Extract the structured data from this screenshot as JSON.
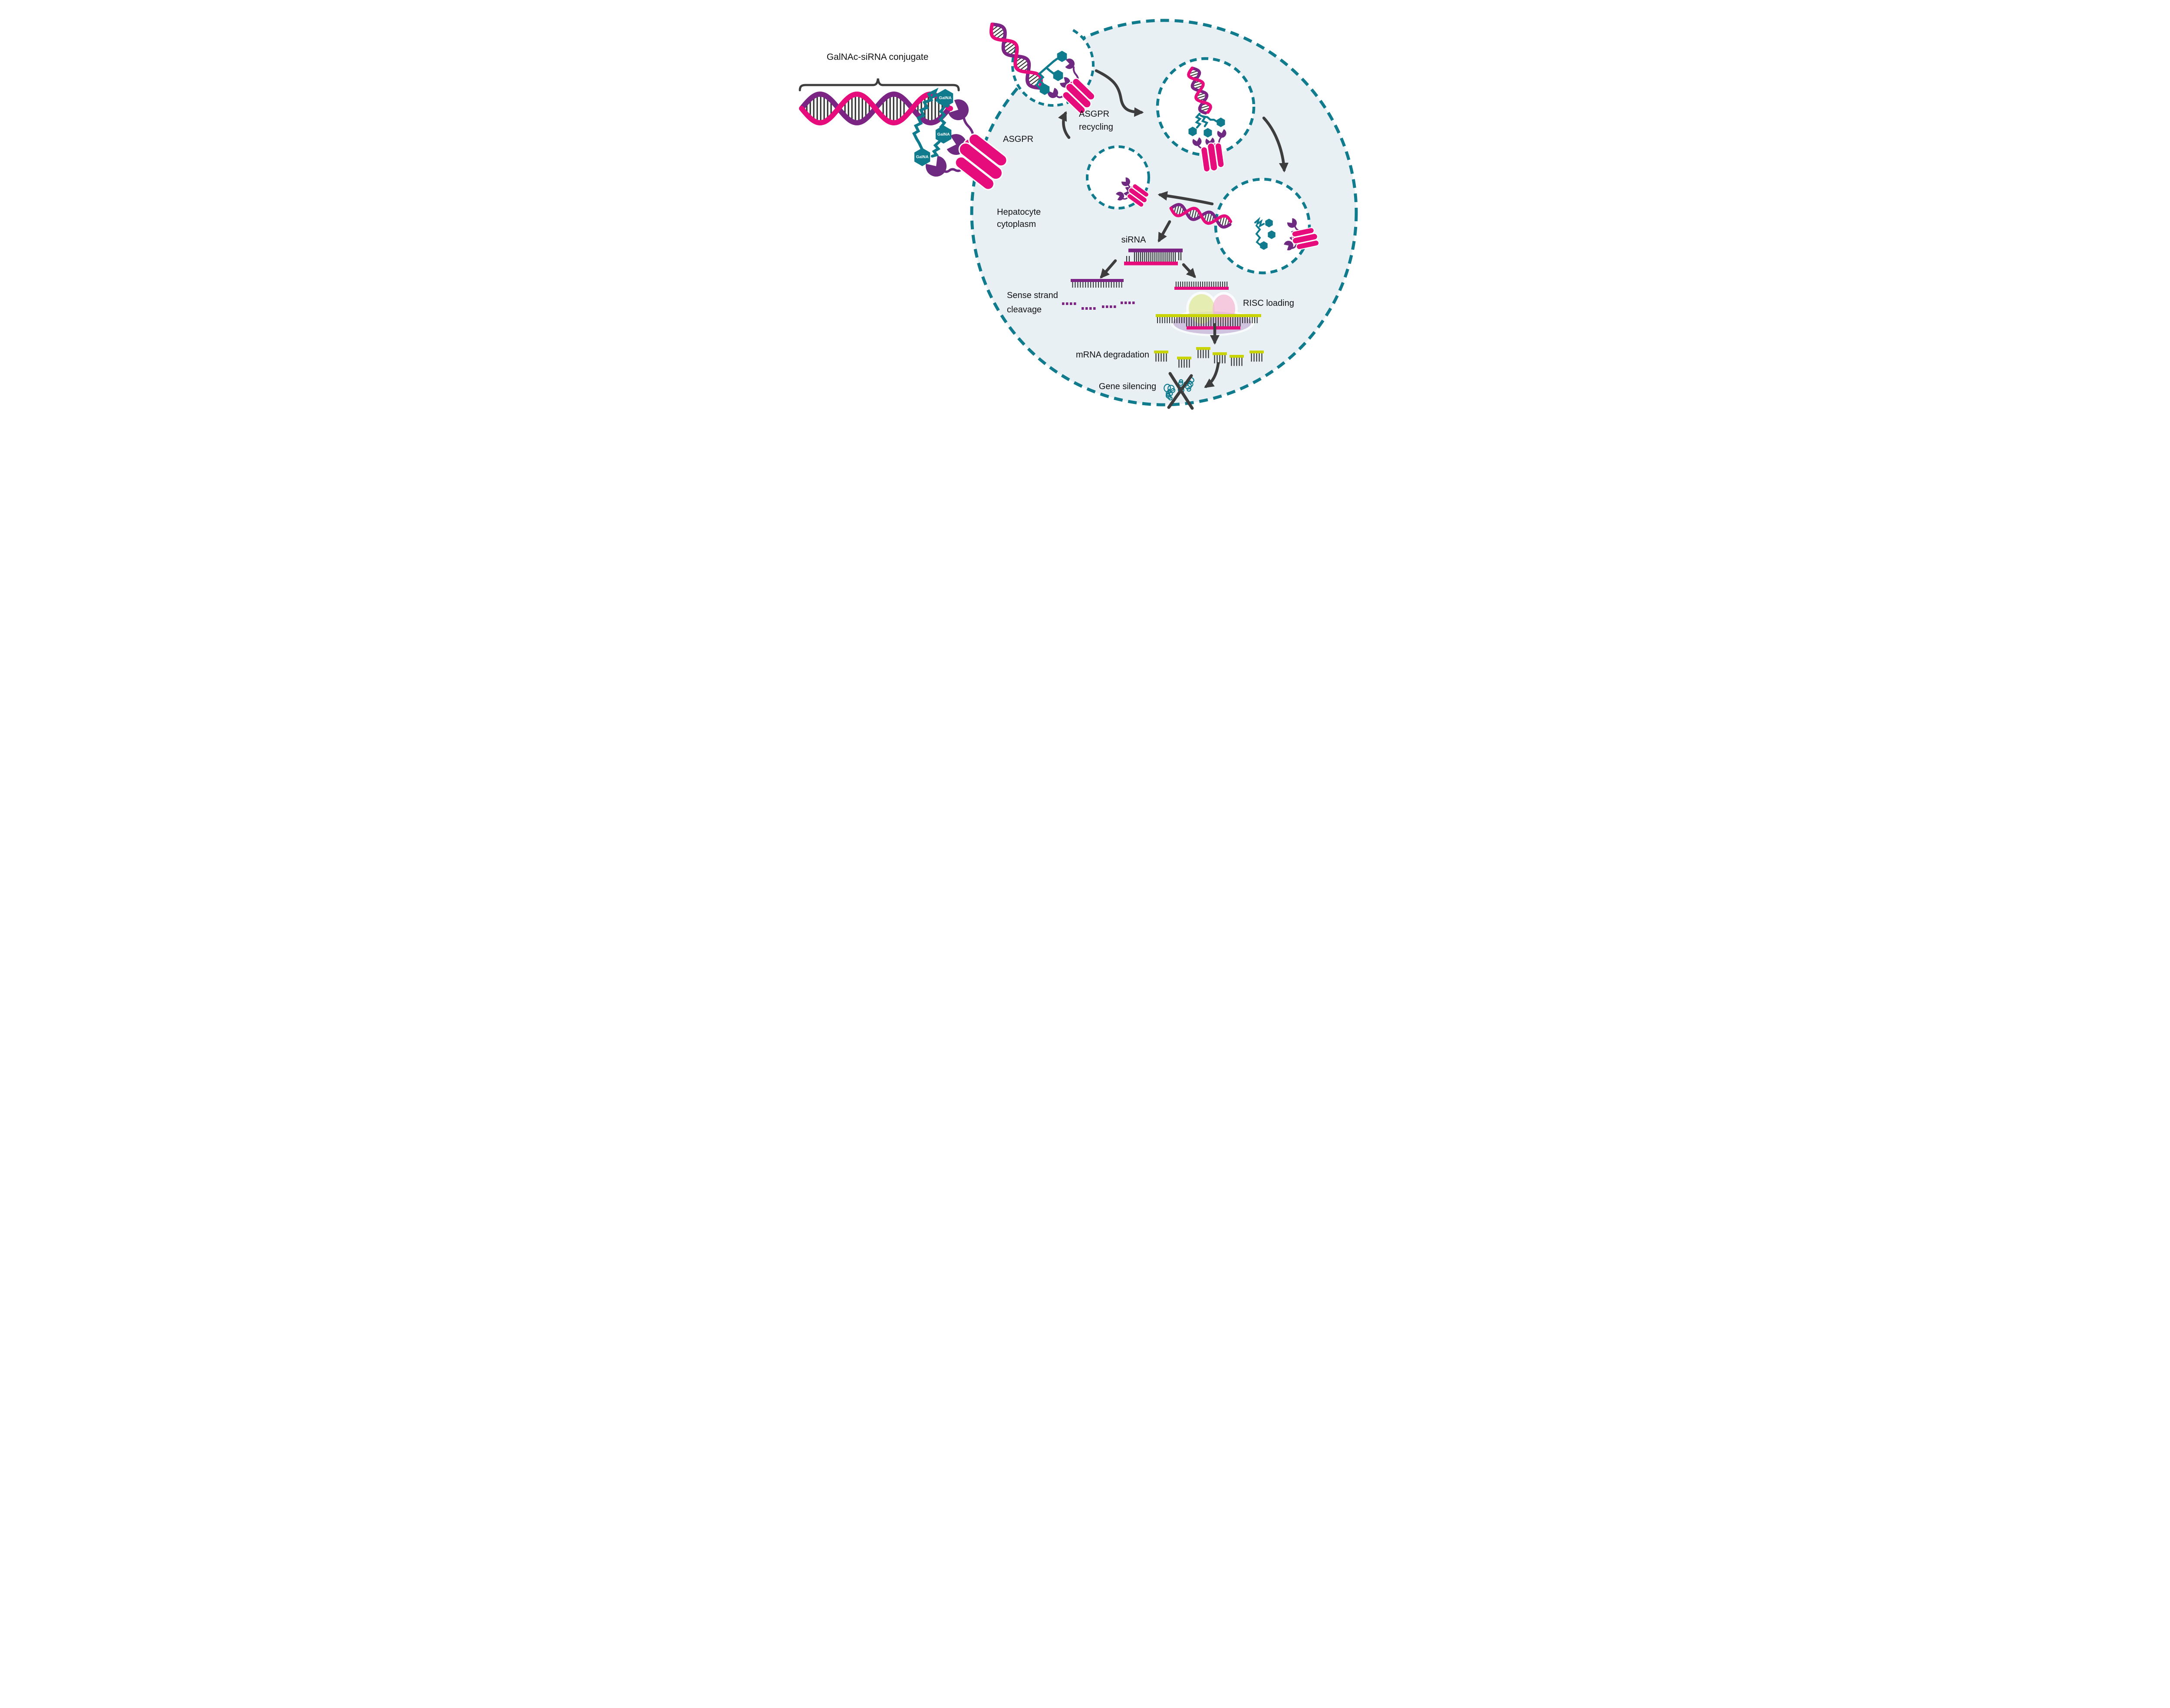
{
  "title": "GalNAc-siRNA conjugate",
  "labels": {
    "galnac_unit": "GalNA",
    "asgpr": "ASGPR",
    "asgpr_recycling_line1": "ASGPR",
    "asgpr_recycling_line2": "recycling",
    "hepatocyte_line1": "Hepatocyte",
    "hepatocyte_line2": "cytoplasm",
    "sirna": "siRNA",
    "sense_cleavage_line1": "Sense strand",
    "sense_cleavage_line2": "cleavage",
    "risc_loading": "RISC loading",
    "mrna_degradation": "mRNA degradation",
    "gene_silencing": "Gene silencing"
  },
  "colors": {
    "teal": "#107B8D",
    "cell_fill": "#E8F0F4",
    "purple": "#6E2A80",
    "strand_purple": "#7B2484",
    "pink": "#E60C7C",
    "chartreuse": "#C9D405",
    "arrow": "#3D3D3D",
    "rung": "#2F2F2F",
    "text": "#121212",
    "risc_yellow": "#E3EAA6",
    "risc_pink": "#F3BAD6",
    "risc_lavender": "#C9B8DA",
    "white": "#FFFFFF"
  }
}
